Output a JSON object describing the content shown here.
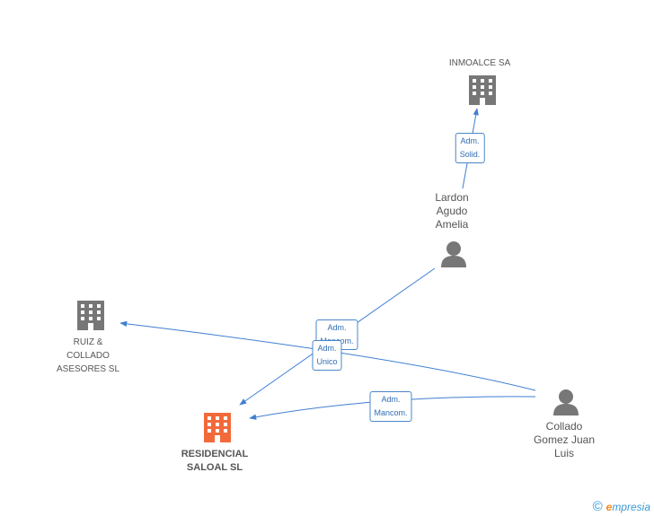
{
  "nodes": {
    "inmoalce": {
      "label": "INMOALCE SA",
      "type": "company",
      "color": "#777777"
    },
    "lardon": {
      "label": "Lardon\nAgudo\nAmelia",
      "type": "person",
      "color": "#777777"
    },
    "ruiz": {
      "label": "RUIZ &\nCOLLADO\nASESORES SL",
      "type": "company",
      "color": "#777777"
    },
    "residencial": {
      "label": "RESIDENCIAL\nSALOAL SL",
      "type": "company",
      "color": "#f26a3a"
    },
    "collado": {
      "label": "Collado\nGomez Juan\nLuis",
      "type": "person",
      "color": "#777777"
    }
  },
  "edges": {
    "e1": {
      "label": "Adm.\nSolid.",
      "from": "lardon",
      "to": "inmoalce"
    },
    "e2": {
      "label": "Adm.\nMancom.",
      "from": "lardon",
      "to": "residencial"
    },
    "e3": {
      "label": "Adm.\nUnico",
      "from": "collado",
      "to": "ruiz"
    },
    "e4": {
      "label": "Adm.\nMancom.",
      "from": "collado",
      "to": "residencial"
    }
  },
  "footer": {
    "copyright": "©",
    "brand_e": "e",
    "brand_rest": "mpresia"
  },
  "colors": {
    "edge": "#3f7fd0",
    "node": "#777777",
    "highlight": "#f26a3a"
  }
}
